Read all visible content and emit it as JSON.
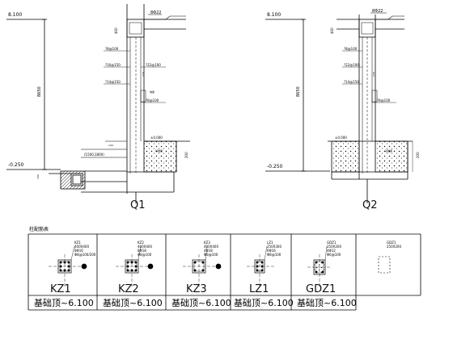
{
  "section_q1": {
    "title": "Q1",
    "elev_top": "8.100",
    "elev_bottom": "-0.250",
    "elev_ground": "±0.000",
    "height_label": "8650",
    "rebar_top": "8Φ22",
    "labels": [
      "?8@100",
      "?16@150",
      "?14@150",
      "?8@100",
      "?22@100"
    ],
    "opening": "(1500,1800)",
    "dim_200": "200",
    "dim_120": "120"
  },
  "section_q2": {
    "title": "Q2",
    "elev_top": "8.100",
    "elev_bottom": "-0.250",
    "elev_ground": "±0.000",
    "height_label": "8650",
    "rebar_top": "8Φ22",
    "labels": [
      "?8@100",
      "?22@100",
      "?14@150",
      "?8@100"
    ],
    "dim_200": "200"
  },
  "table": {
    "title": "柱配筋表",
    "columns": [
      {
        "name": "KZ1",
        "range": "基础顶~6.100",
        "spec": [
          "KZ1",
          "400X400",
          "8Φ16",
          "Φ8@100/200"
        ]
      },
      {
        "name": "KZ2",
        "range": "基础顶~6.100",
        "spec": [
          "KZ2",
          "400X400",
          "8Φ18",
          "Φ8@100"
        ]
      },
      {
        "name": "KZ3",
        "range": "基础顶~6.100",
        "spec": [
          "KZ3",
          "400X400",
          "4Φ18",
          "Φ8@100"
        ]
      },
      {
        "name": "LZ1",
        "range": "基础顶~6.100",
        "spec": [
          "LZ1",
          "250X300",
          "6Φ16",
          "Φ8@100"
        ]
      },
      {
        "name": "GDZ1",
        "range": "基础顶~6.100",
        "spec": [
          "GDZ1",
          "250X200",
          "4Φ12",
          "Φ6@100"
        ]
      }
    ],
    "extra_spec": [
      "GDZ1",
      "250X200"
    ]
  }
}
